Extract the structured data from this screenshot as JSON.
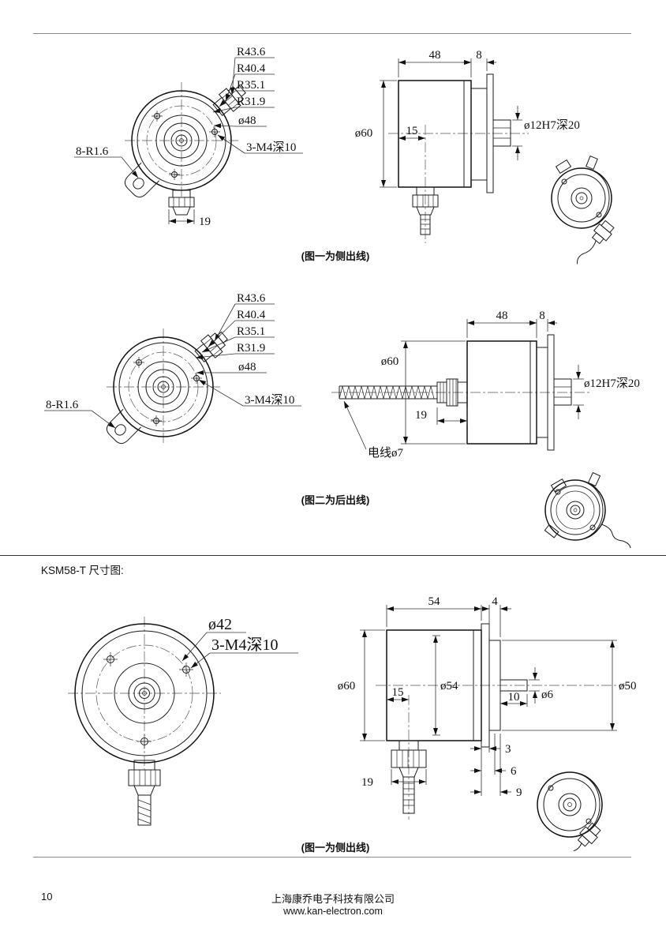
{
  "section_heading": "KSM58-T 尺寸图:",
  "footer": {
    "page_number": "10",
    "company": "上海康乔电子科技有限公司",
    "website": "www.kan-electron.com"
  },
  "fig1": {
    "caption": "(图一为侧出线)",
    "front": {
      "r1": "R43.6",
      "r2": "R40.4",
      "r3": "R35.1",
      "r4": "R31.9",
      "bolt_circle_dia": "ø48",
      "tapped_holes": "3-M4深10",
      "fillet": "8-R1.6",
      "gland_width": "19"
    },
    "side": {
      "body_length": "48",
      "flange_thickness": "8",
      "body_dia": "ø60",
      "gland_offset": "15",
      "shaft_bore": "ø12H7深20"
    }
  },
  "fig2": {
    "caption": "(图二为后出线)",
    "front": {
      "r1": "R43.6",
      "r2": "R40.4",
      "r3": "R35.1",
      "r4": "R31.9",
      "bolt_circle_dia": "ø48",
      "tapped_holes": "3-M4深10",
      "fillet": "8-R1.6"
    },
    "side": {
      "body_length": "48",
      "flange_thickness": "8",
      "body_dia": "ø60",
      "gland_length": "19",
      "shaft_bore": "ø12H7深20",
      "cable": "电线ø7"
    }
  },
  "fig3": {
    "caption": "(图一为侧出线)",
    "front": {
      "bolt_circle_dia": "ø42",
      "tapped_holes": "3-M4深10"
    },
    "side": {
      "body_length": "54",
      "clamp_thickness": "4",
      "body_dia": "ø60",
      "pilot_dia": "ø54",
      "gland_offset": "15",
      "shaft_length": "10",
      "shaft_dia": "ø6",
      "rear_dia": "ø50",
      "offset_3": "3",
      "offset_6": "6",
      "offset_9": "9",
      "gland_width": "19"
    }
  }
}
